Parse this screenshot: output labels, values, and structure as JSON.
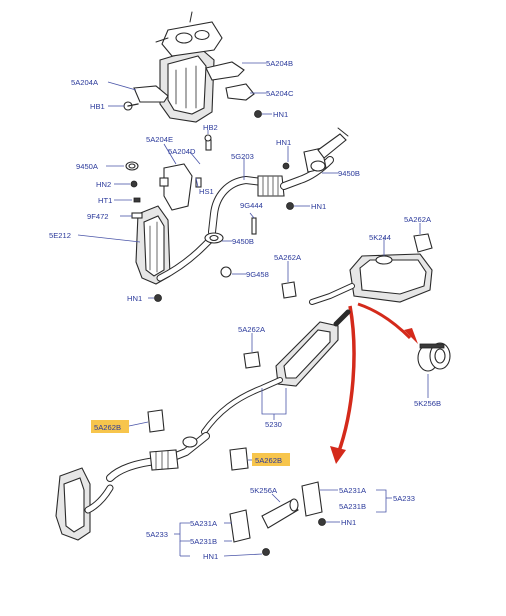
{
  "colors": {
    "label_text": "#2b3a9b",
    "leader_line": "#4a55a8",
    "highlight": "#f7c54c",
    "arrow": "#d42a1b",
    "line_art": "#2a2a2a"
  },
  "labels": {
    "l_5a204a": "5A204A",
    "l_5a204b": "5A204B",
    "l_hb1": "HB1",
    "l_5a204c": "5A204C",
    "l_hn1_top": "HN1",
    "l_hb2": "HB2",
    "l_5a204e": "5A204E",
    "l_5a204d": "5A204D",
    "l_5g203": "5G203",
    "l_hn1_right": "HN1",
    "l_9450a": "9450A",
    "l_9450b_right": "9450B",
    "l_hn2": "HN2",
    "l_hs1": "HS1",
    "l_ht1": "HT1",
    "l_9g444": "9G444",
    "l_hn1_mid": "HN1",
    "l_9f472": "9F472",
    "l_5e212": "5E212",
    "l_9450b_low": "9450B",
    "l_5a262a_right": "5A262A",
    "l_5k244": "5K244",
    "l_9g458": "9G458",
    "l_5a262a_mid": "5A262A",
    "l_hn1_left": "HN1",
    "l_5a262a_center": "5A262A",
    "l_5k256b": "5K256B",
    "l_5230": "5230",
    "l_5a262b_left": "5A262B",
    "l_5a262b_right": "5A262B",
    "l_5k256a": "5K256A",
    "l_5a231a_right": "5A231A",
    "l_5a233_right": "5A233",
    "l_5a231b_right": "5A231B",
    "l_hn1_br": "HN1",
    "l_5a233_left": "5A233",
    "l_5a231a_left": "5A231A",
    "l_5a231b_left": "5A231B",
    "l_hn1_bottom": "HN1"
  }
}
